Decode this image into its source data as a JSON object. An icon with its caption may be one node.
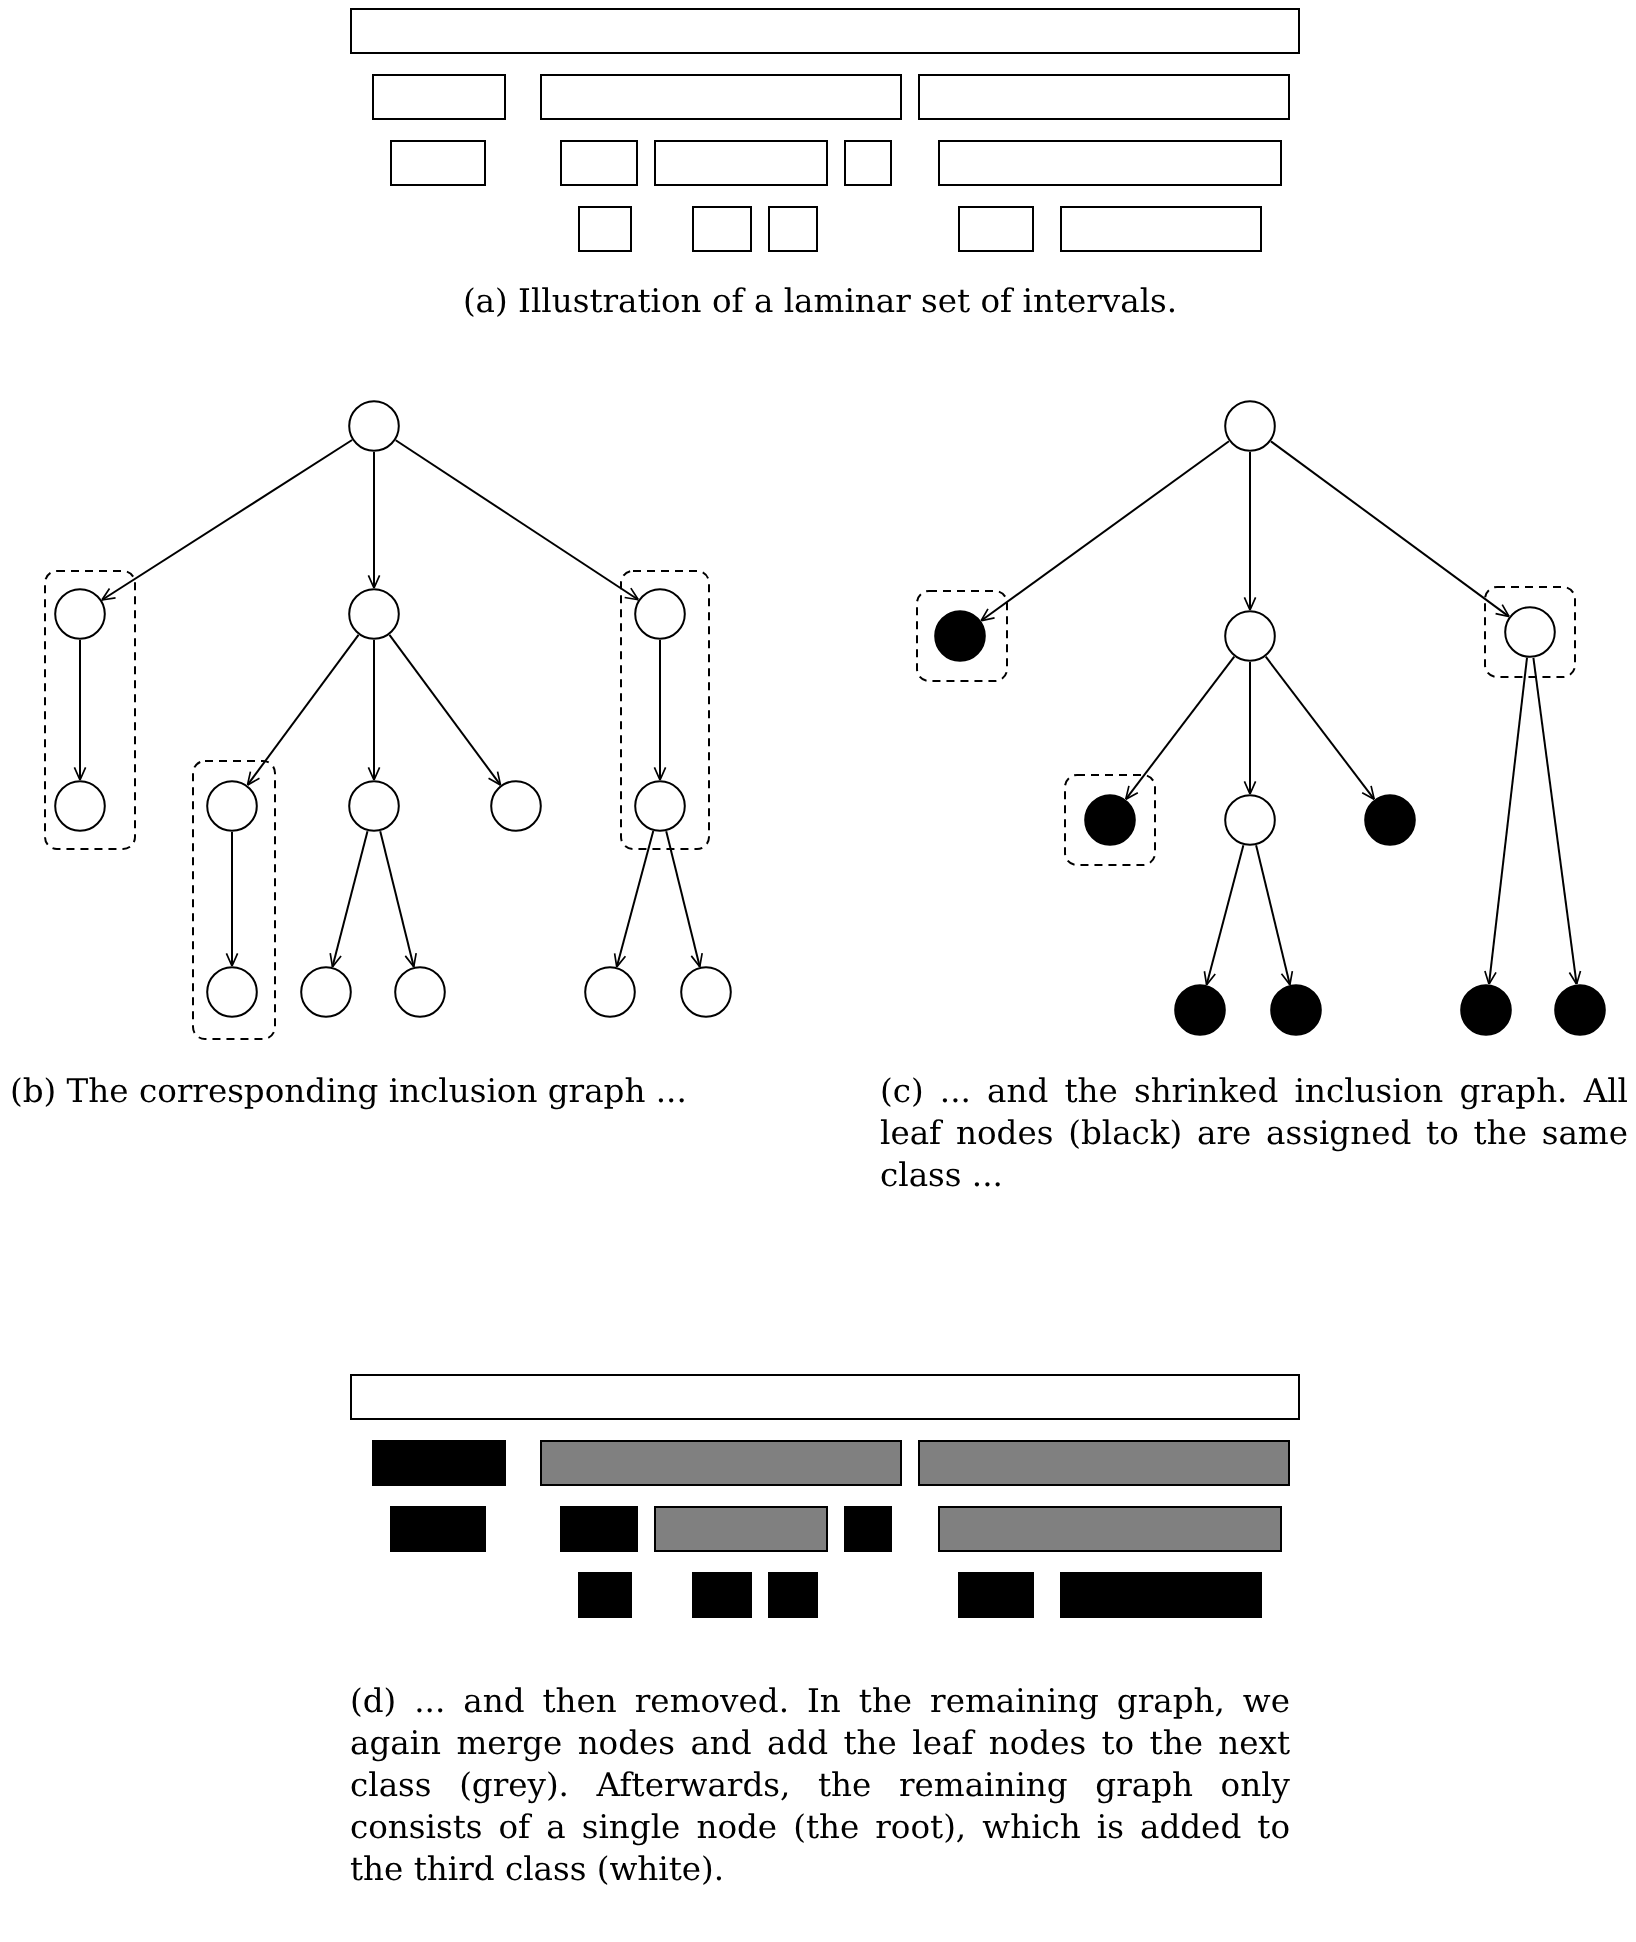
{
  "diagram": {
    "nodes": [
      {
        "text": [],
        "shape": "circle"
      },
      {
        "text": [],
        "shape": "box"
      },
      {
        "text": [],
        "shape": "circle",
        "in": 1
      },
      {
        "text": [],
        "shape": "circle"
      },
      {
        "text": [],
        "shape": "box"
      },
      {
        "text": [],
        "shape": "circle",
        "in": 4
      },
      {
        "text": [],
        "shape": "circle",
        "in": 1
      },
      {
        "text": [],
        "shape": "box"
      },
      {
        "text": [],
        "shape": "circle",
        "in": 7
      },
      {
        "text": [],
        "shape": "circle"
      },
      {
        "text": [],
        "shape": "circle"
      },
      {
        "text": [],
        "shape": "circle",
        "in": 4
      },
      {
        "text": [],
        "shape": "circle",
        "in": 7
      },
      {
        "text": [],
        "shape": "circle"
      },
      {
        "text": [],
        "shape": "circle"
      },
      {
        "text": [],
        "shape": "circle"
      },
      {
        "text": [],
        "shape": "circle"
      },
      {
        "text": [],
        "shape": "circle"
      },
      {
        "text": [],
        "shape": "box"
      },
      {
        "text": [],
        "shape": "circle",
        "in": 18
      },
      {
        "text": [],
        "shape": "circle"
      },
      {
        "text": [],
        "shape": "box"
      },
      {
        "text": [],
        "shape": "circle",
        "in": 21
      },
      {
        "text": [],
        "shape": "box"
      },
      {
        "text": [],
        "shape": "circle",
        "in": 23
      },
      {
        "text": [],
        "shape": "circle"
      },
      {
        "text": [],
        "shape": "circle"
      },
      {
        "text": [],
        "shape": "circle"
      },
      {
        "text": [],
        "shape": "circle"
      },
      {
        "text": [],
        "shape": "circle"
      },
      {
        "text": [],
        "shape": "circle"
      }
    ],
    "edges": [
      {
        "from": 0,
        "to": 2,
        "arrow": "to"
      },
      {
        "from": 0,
        "to": 3,
        "arrow": "to"
      },
      {
        "from": 0,
        "to": 5,
        "arrow": "to"
      },
      {
        "from": 2,
        "to": 6,
        "arrow": "to"
      },
      {
        "from": 3,
        "to": 8,
        "arrow": "to"
      },
      {
        "from": 3,
        "to": 9,
        "arrow": "to"
      },
      {
        "from": 3,
        "to": 10,
        "arrow": "to"
      },
      {
        "from": 5,
        "to": 11,
        "arrow": "to"
      },
      {
        "from": 8,
        "to": 12,
        "arrow": "to"
      },
      {
        "from": 9,
        "to": 13,
        "arrow": "to"
      },
      {
        "from": 9,
        "to": 14,
        "arrow": "to"
      },
      {
        "from": 11,
        "to": 15,
        "arrow": "to"
      },
      {
        "from": 11,
        "to": 16,
        "arrow": "to"
      },
      {
        "from": 17,
        "to": 19,
        "arrow": "to"
      },
      {
        "from": 17,
        "to": 20,
        "arrow": "to"
      },
      {
        "from": 17,
        "to": 22,
        "arrow": "to"
      },
      {
        "from": 20,
        "to": 24,
        "arrow": "to"
      },
      {
        "from": 20,
        "to": 25,
        "arrow": "to"
      },
      {
        "from": 20,
        "to": 26,
        "arrow": "to"
      },
      {
        "from": 25,
        "to": 27,
        "arrow": "to"
      },
      {
        "from": 25,
        "to": 28,
        "arrow": "to"
      },
      {
        "from": 22,
        "to": 29,
        "arrow": "to"
      },
      {
        "from": 22,
        "to": 30,
        "arrow": "to"
      }
    ],
    "labels": [
      "(a) Illustration of a laminar set of intervals.",
      "(b) The corresponding inclusion graph ...",
      "(c) ... and the shrinked inclusion graph. All leaf nodes (black) are assigned to the same class ...",
      "(d) ... and then removed. In the remaining graph, we again merge nodes and add the leaf nodes to the next class (grey). Afterwards, the remaining graph only consists of a single node (the root), which is added to the third class (white)."
    ]
  }
}
